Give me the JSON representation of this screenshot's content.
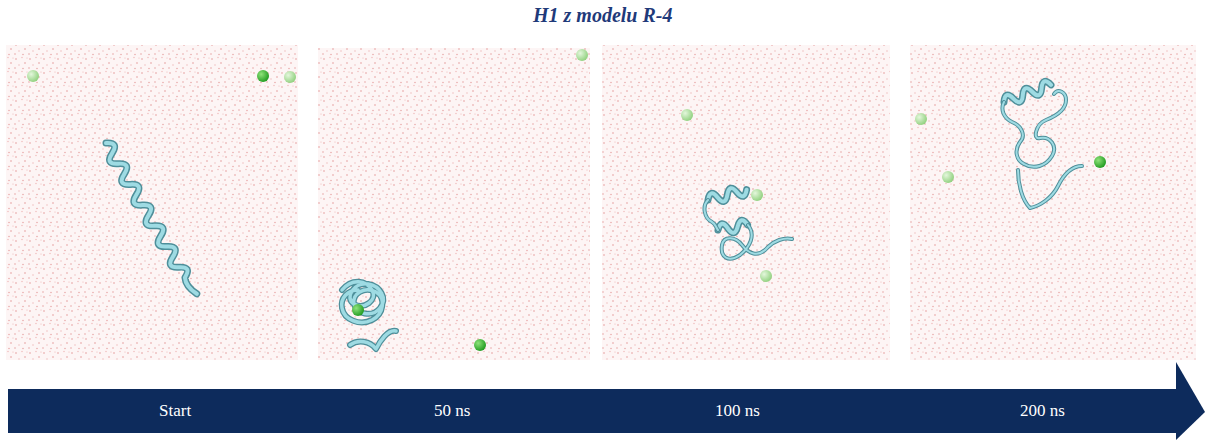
{
  "diagram": {
    "title": "H1 z modelu R-4",
    "nodes": [
      {
        "text": [
          "Start",
          "50 ns",
          "100 ns",
          "200 ns"
        ]
      }
    ]
  }
}
